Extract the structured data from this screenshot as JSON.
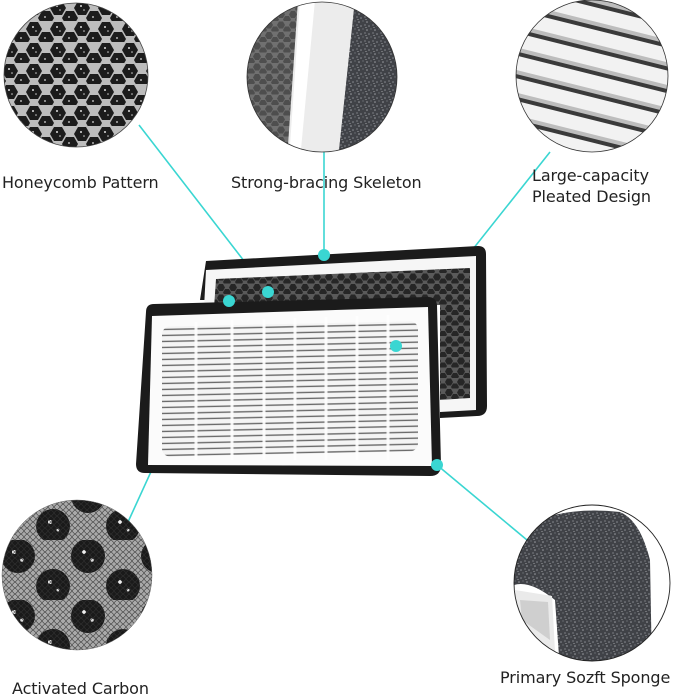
{
  "image": {
    "subject": "air purifier filter pair (HEPA + activated carbon) with feature callouts",
    "accent_color": "#3ad6d2",
    "outline_color": "#222222"
  },
  "callouts": [
    {
      "id": "honeycomb",
      "label": "Honeycomb Pattern",
      "icon": "honeycomb-closeup-icon"
    },
    {
      "id": "skeleton",
      "label": "Strong-bracing Skeleton",
      "icon": "frame-closeup-icon"
    },
    {
      "id": "pleated",
      "label_line1": "Large-capacity",
      "label_line2": "Pleated Design",
      "icon": "pleats-closeup-icon"
    },
    {
      "id": "carbon",
      "label": "Activated Carbon",
      "icon": "carbon-closeup-icon"
    },
    {
      "id": "sponge",
      "label": "Primary Sozft Sponge",
      "icon": "sponge-closeup-icon"
    }
  ]
}
